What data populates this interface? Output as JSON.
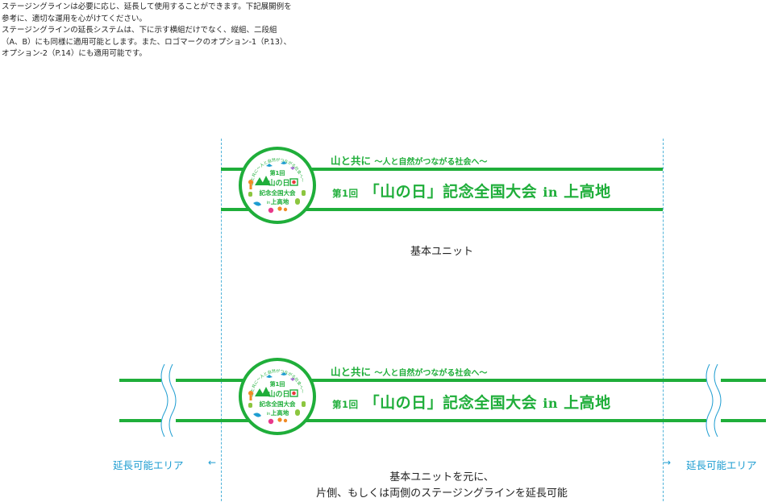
{
  "intro": {
    "line1": "ステージングラインは必要に応じ、延長して使用することができます。下記展開例を参考に、適切な運用を心がけてください。",
    "line2": "ステージングラインの延長システムは、下に示す横組だけでなく、縦組、二段組（A、B）にも同様に適用可能とします。また、ロゴマークのオプション-1（P.13）、オプション-2（P.14）にも適用可能です。"
  },
  "logo": {
    "ring_text": "山と共に〜人と自然がつながる社会へ〜",
    "edition": "第1回",
    "name_line1": "山の日",
    "name_line2": "記念全国大会",
    "venue_prefix": "in",
    "venue": "上高地"
  },
  "banner": {
    "subtitle_main": "山と共に",
    "subtitle_rest": "〜人と自然がつながる社会へ〜",
    "edition_prefix": "第",
    "edition_number": "1",
    "edition_suffix": "回",
    "title": "「山の日」記念全国大会",
    "in": "in",
    "venue": "上高地"
  },
  "captions": {
    "basic_unit": "基本ユニット",
    "extension_line1": "基本ユニットを元に、",
    "extension_line2": "片側、もしくは両側のステージングラインを延長可能"
  },
  "extension_area": {
    "left_label": "延長可能エリア",
    "left_arrow": "←",
    "right_arrow": "→",
    "right_label": "延長可能エリア"
  },
  "colors": {
    "brand_green": "#1fae3a",
    "guide_blue": "#4fb3d9",
    "annotation_blue": "#1e9dd1"
  }
}
